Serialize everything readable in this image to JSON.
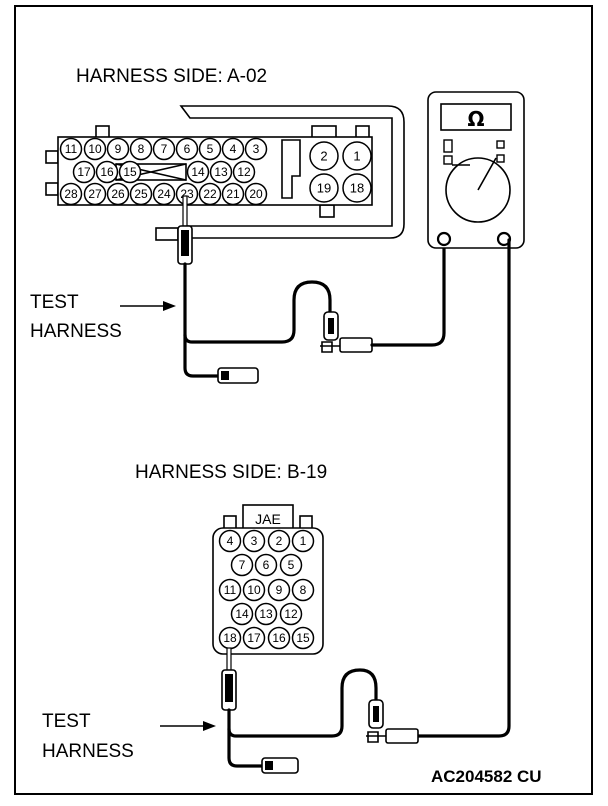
{
  "diagram": {
    "harness_a": {
      "title": "HARNESS SIDE: A-02",
      "pins_left": [
        "11",
        "10",
        "9",
        "8",
        "7",
        "6",
        "5",
        "4",
        "3",
        "17",
        "16",
        "15",
        "14",
        "13",
        "12",
        "28",
        "27",
        "26",
        "25",
        "24",
        "23",
        "22",
        "21",
        "20"
      ],
      "pins_right": [
        "2",
        "1",
        "19",
        "18"
      ]
    },
    "harness_b": {
      "title": "HARNESS SIDE: B-19",
      "brand": "JAE",
      "pins": [
        "4",
        "3",
        "2",
        "1",
        "7",
        "6",
        "5",
        "11",
        "10",
        "9",
        "8",
        "14",
        "13",
        "12",
        "18",
        "17",
        "16",
        "15"
      ]
    },
    "test_harness_1": {
      "line1": "TEST",
      "line2": "HARNESS"
    },
    "test_harness_2": {
      "line1": "TEST",
      "line2": "HARNESS"
    },
    "meter": {
      "symbol": "Ω"
    },
    "figure_id": "AC204582 CU"
  }
}
